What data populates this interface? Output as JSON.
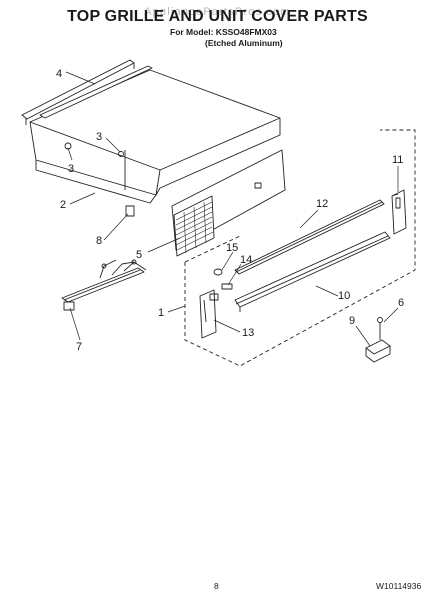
{
  "header": {
    "title": "TOP GRILLE AND UNIT COVER PARTS",
    "watermark": "AppliancePartsPros.com",
    "model_line": "For Model: KSSO48FMX03",
    "finish_line": "(Etched Aluminum)"
  },
  "callouts": [
    "1",
    "2",
    "3",
    "3",
    "4",
    "5",
    "6",
    "7",
    "8",
    "9",
    "10",
    "11",
    "12",
    "13",
    "14",
    "15"
  ],
  "footer": {
    "page_number": "8",
    "doc_number": "W10114936"
  }
}
